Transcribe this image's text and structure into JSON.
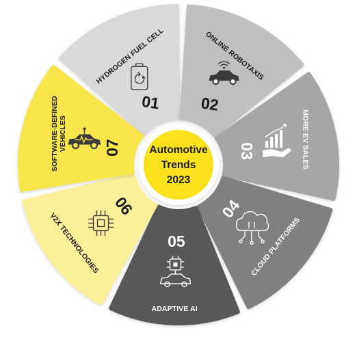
{
  "center": {
    "lines": [
      "Automotive",
      "Trends",
      "2023"
    ],
    "color": "#f9e11c"
  },
  "segments": [
    {
      "number": "01",
      "label": "HYDROGEN FUEL CELL",
      "color": "#d9d9d9",
      "text_color": "#1a1a1a",
      "icon": "battery-recycle-icon"
    },
    {
      "number": "02",
      "label": "ONLINE ROBOTAXIS",
      "color": "#bfbfbf",
      "text_color": "#1a1a1a",
      "icon": "robotaxi-car-icon"
    },
    {
      "number": "03",
      "label": "MORE EV SALES",
      "color": "#a6a6a6",
      "text_color": "#ffffff",
      "icon": "sales-growth-icon"
    },
    {
      "number": "04",
      "label": "CLOUD PLATFORMS",
      "color": "#808080",
      "text_color": "#ffffff",
      "icon": "cloud-circuit-icon"
    },
    {
      "number": "05",
      "label": "ADAPTIVE AI",
      "color": "#595959",
      "text_color": "#ffffff",
      "icon": "ai-chip-car-icon"
    },
    {
      "number": "06",
      "label": "V2X TECHNOLOGIES",
      "color": "#fbef9a",
      "text_color": "#1a1a1a",
      "icon": "processor-chip-icon"
    },
    {
      "number": "07",
      "label": "SOFTWARE-DEFINED VEHICLES",
      "label_lines": [
        "SOFTWARE-DEFINED",
        "VEHICLES"
      ],
      "color": "#f7e54b",
      "text_color": "#1a1a1a",
      "icon": "connected-car-icon"
    }
  ]
}
